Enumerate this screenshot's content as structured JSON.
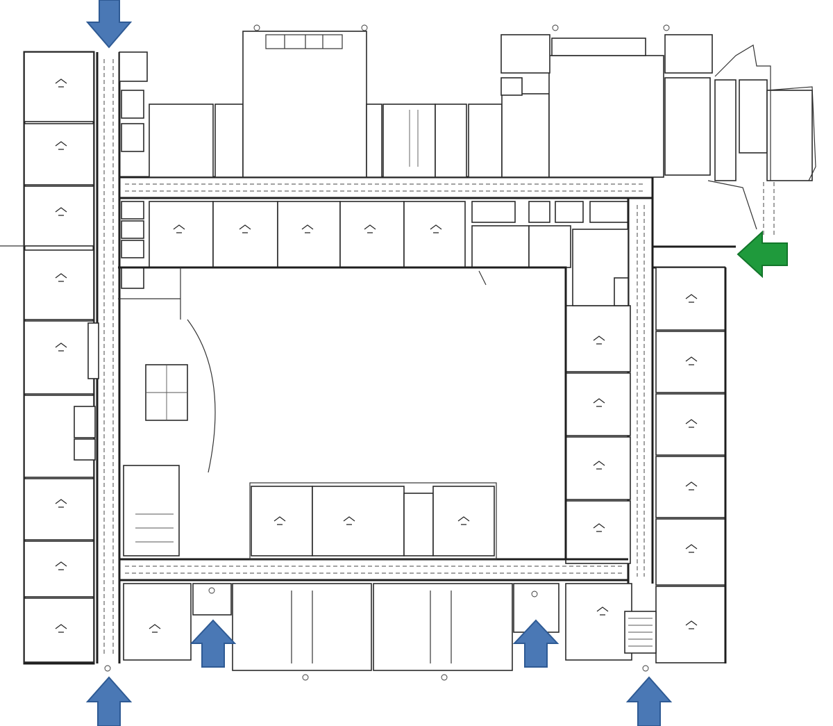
{
  "colors": {
    "background": "#ffffff",
    "linework": "#1e1e1e",
    "exit_arrow_blue": "#4a78b5",
    "exit_arrow_blue_stroke": "#2e5a94",
    "exit_arrow_green": "#1f9a3c",
    "exit_arrow_green_stroke": "#12762a"
  },
  "icons": {
    "exit_arrow_down": "arrow-down-icon",
    "exit_arrow_up": "arrow-up-icon",
    "exit_arrow_left": "arrow-left-icon"
  },
  "exits": [
    {
      "id": "exit-top-left",
      "direction": "down",
      "color": "blue"
    },
    {
      "id": "exit-bottom-left",
      "direction": "up",
      "color": "blue"
    },
    {
      "id": "exit-bottom-center-left",
      "direction": "up",
      "color": "blue"
    },
    {
      "id": "exit-bottom-center-right",
      "direction": "up",
      "color": "blue"
    },
    {
      "id": "exit-bottom-right",
      "direction": "up",
      "color": "blue"
    },
    {
      "id": "exit-right",
      "direction": "left",
      "color": "green"
    }
  ]
}
